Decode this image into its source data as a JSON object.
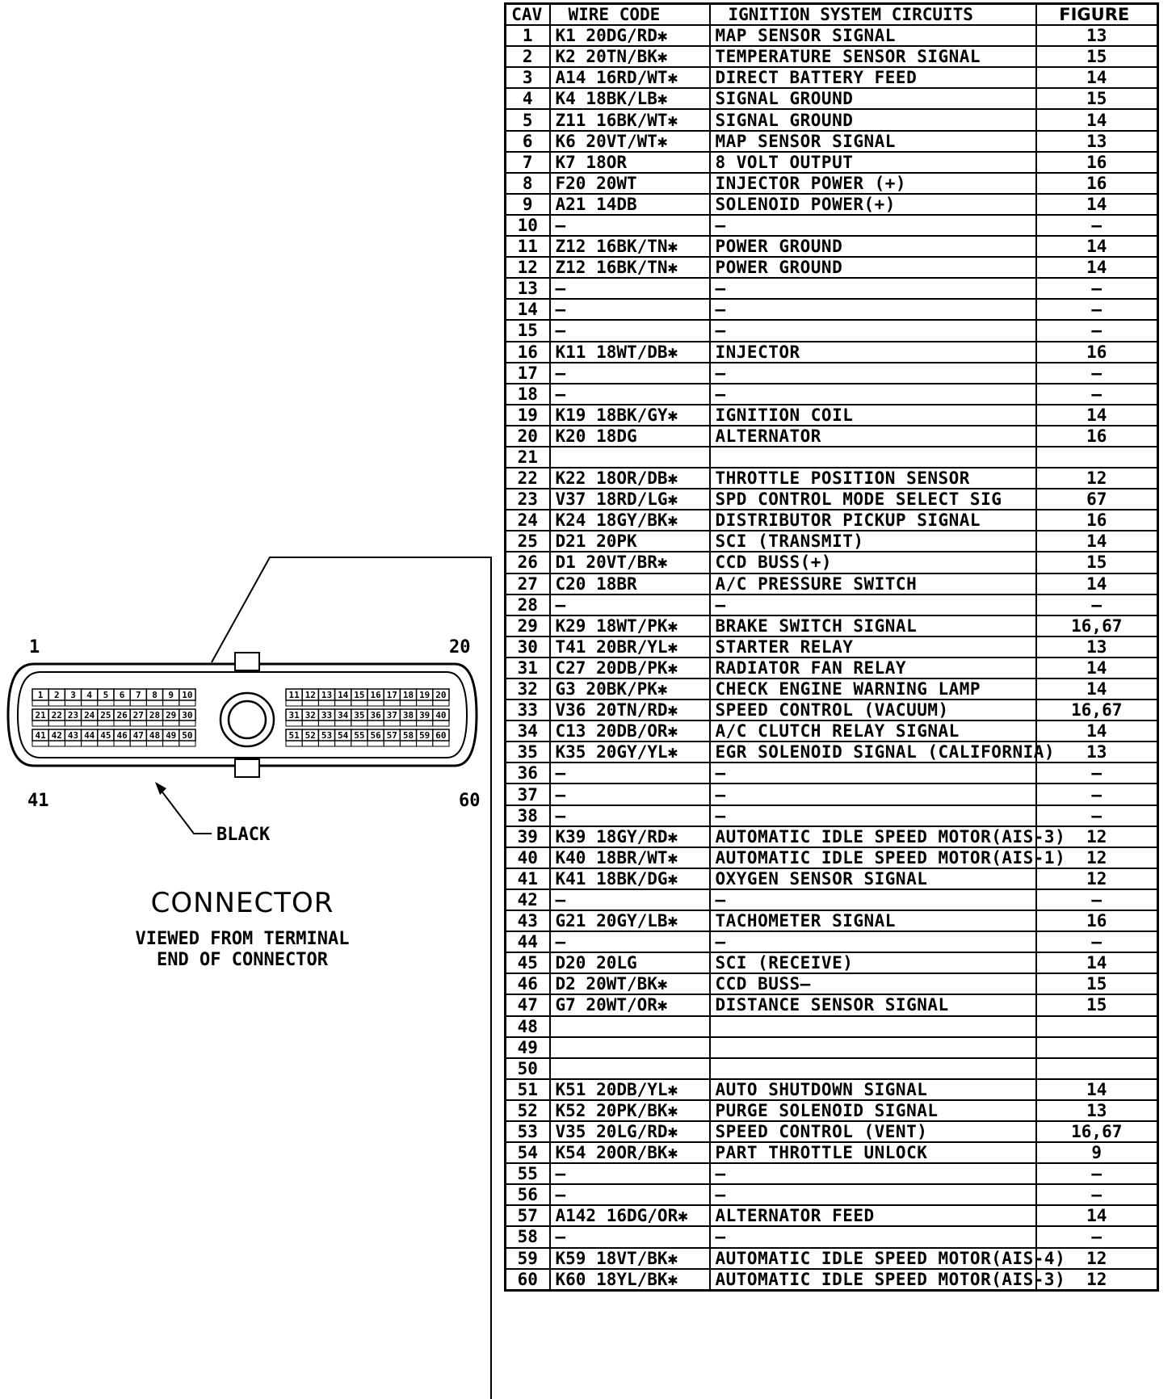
{
  "table": {
    "headers": [
      "CAV",
      "WIRE CODE",
      "IGNITION SYSTEM CIRCUITS",
      "FIGURE"
    ],
    "rows": [
      [
        "1",
        "K1 20DG/RD✱",
        "MAP SENSOR SIGNAL",
        "13"
      ],
      [
        "2",
        "K2 20TN/BK✱",
        "TEMPERATURE SENSOR SIGNAL",
        "15"
      ],
      [
        "3",
        "A14 16RD/WT✱",
        "DIRECT BATTERY FEED",
        "14"
      ],
      [
        "4",
        "K4 18BK/LB✱",
        "SIGNAL GROUND",
        "15"
      ],
      [
        "5",
        "Z11 16BK/WT✱",
        "SIGNAL GROUND",
        "14"
      ],
      [
        "6",
        "K6 20VT/WT✱",
        "MAP SENSOR SIGNAL",
        "13"
      ],
      [
        "7",
        "K7 18OR",
        "8 VOLT OUTPUT",
        "16"
      ],
      [
        "8",
        "F20 20WT",
        "INJECTOR POWER (+)",
        "16"
      ],
      [
        "9",
        "A21 14DB",
        "SOLENOID POWER(+)",
        "14"
      ],
      [
        "10",
        "—",
        "—",
        "—"
      ],
      [
        "11",
        "Z12 16BK/TN✱",
        "POWER GROUND",
        "14"
      ],
      [
        "12",
        "Z12 16BK/TN✱",
        "POWER GROUND",
        "14"
      ],
      [
        "13",
        "—",
        "—",
        "—"
      ],
      [
        "14",
        "—",
        "—",
        "—"
      ],
      [
        "15",
        "—",
        "—",
        "—"
      ],
      [
        "16",
        "K11 18WT/DB✱",
        "INJECTOR",
        "16"
      ],
      [
        "17",
        "—",
        "—",
        "—"
      ],
      [
        "18",
        "—",
        "—",
        "—"
      ],
      [
        "19",
        "K19 18BK/GY✱",
        "IGNITION COIL",
        "14"
      ],
      [
        "20",
        "K20 18DG",
        "ALTERNATOR",
        "16"
      ],
      [
        "21",
        "",
        "",
        ""
      ],
      [
        "22",
        "K22 18OR/DB✱",
        "THROTTLE POSITION SENSOR",
        "12"
      ],
      [
        "23",
        "V37 18RD/LG✱",
        "SPD CONTROL MODE SELECT SIG",
        "67"
      ],
      [
        "24",
        "K24 18GY/BK✱",
        "DISTRIBUTOR PICKUP SIGNAL",
        "16"
      ],
      [
        "25",
        "D21 20PK",
        "SCI (TRANSMIT)",
        "14"
      ],
      [
        "26",
        "D1 20VT/BR✱",
        "CCD BUSS(+)",
        "15"
      ],
      [
        "27",
        "C20 18BR",
        "A/C PRESSURE SWITCH",
        "14"
      ],
      [
        "28",
        "—",
        "—",
        "—"
      ],
      [
        "29",
        "K29 18WT/PK✱",
        "BRAKE SWITCH SIGNAL",
        "16,67"
      ],
      [
        "30",
        "T41 20BR/YL✱",
        "STARTER RELAY",
        "13"
      ],
      [
        "31",
        "C27 20DB/PK✱",
        "RADIATOR FAN RELAY",
        "14"
      ],
      [
        "32",
        "G3 20BK/PK✱",
        "CHECK ENGINE WARNING LAMP",
        "14"
      ],
      [
        "33",
        "V36 20TN/RD✱",
        "SPEED CONTROL (VACUUM)",
        "16,67"
      ],
      [
        "34",
        "C13 20DB/OR✱",
        "A/C CLUTCH RELAY SIGNAL",
        "14"
      ],
      [
        "35",
        "K35 20GY/YL✱",
        "EGR SOLENOID SIGNAL (CALIFORNIA)",
        "13"
      ],
      [
        "36",
        "—",
        "—",
        "—"
      ],
      [
        "37",
        "—",
        "—",
        "—"
      ],
      [
        "38",
        "—",
        "—",
        "—"
      ],
      [
        "39",
        "K39 18GY/RD✱",
        "AUTOMATIC IDLE SPEED MOTOR(AIS-3)",
        "12"
      ],
      [
        "40",
        "K40 18BR/WT✱",
        "AUTOMATIC IDLE SPEED MOTOR(AIS-1)",
        "12"
      ],
      [
        "41",
        "K41 18BK/DG✱",
        "OXYGEN SENSOR SIGNAL",
        "12"
      ],
      [
        "42",
        "—",
        "—",
        "—"
      ],
      [
        "43",
        "G21 20GY/LB✱",
        "TACHOMETER SIGNAL",
        "16"
      ],
      [
        "44",
        "—",
        "—",
        "—"
      ],
      [
        "45",
        "D20 20LG",
        "SCI (RECEIVE)",
        "14"
      ],
      [
        "46",
        "D2 20WT/BK✱",
        "CCD BUSS—",
        "15"
      ],
      [
        "47",
        "G7 20WT/OR✱",
        "DISTANCE SENSOR SIGNAL",
        "15"
      ],
      [
        "48",
        "",
        "",
        ""
      ],
      [
        "49",
        "",
        "",
        ""
      ],
      [
        "50",
        "",
        "",
        ""
      ],
      [
        "51",
        "K51 20DB/YL✱",
        "AUTO SHUTDOWN SIGNAL",
        "14"
      ],
      [
        "52",
        "K52 20PK/BK✱",
        "PURGE SOLENOID SIGNAL",
        "13"
      ],
      [
        "53",
        "V35 20LG/RD✱",
        "SPEED CONTROL (VENT)",
        "16,67"
      ],
      [
        "54",
        "K54 20OR/BK✱",
        "PART THROTTLE UNLOCK",
        "9"
      ],
      [
        "55",
        "—",
        "—",
        "—"
      ],
      [
        "56",
        "—",
        "—",
        "—"
      ],
      [
        "57",
        "A142 16DG/OR✱",
        "ALTERNATOR FEED",
        "14"
      ],
      [
        "58",
        "—",
        "—",
        "—"
      ],
      [
        "59",
        "K59 18VT/BK✱",
        "AUTOMATIC IDLE SPEED MOTOR(AIS-4)",
        "12"
      ],
      [
        "60",
        "K60 18YL/BK✱",
        "AUTOMATIC IDLE SPEED MOTOR(AIS-3)",
        "12"
      ]
    ]
  },
  "connector": {
    "corner_labels": {
      "top_left": "1",
      "top_right": "20",
      "bottom_left": "41",
      "bottom_right": "60"
    },
    "color_label": "BLACK",
    "title": "CONNECTOR",
    "subtitle_line1": "VIEWED FROM TERMINAL",
    "subtitle_line2": "END OF CONNECTOR"
  }
}
